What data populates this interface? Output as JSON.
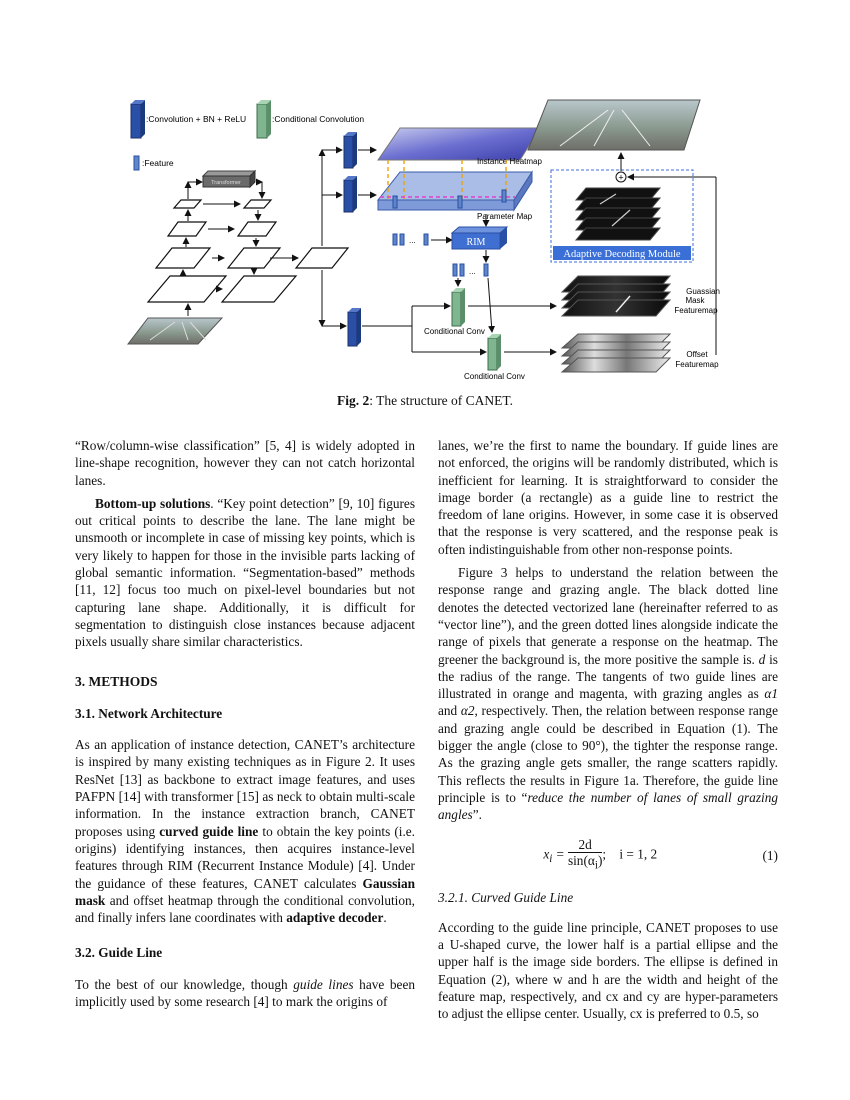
{
  "figure": {
    "legend": {
      "conv_bn_relu": ":Convolution + BN + ReLU",
      "conditional_convolution": ":Conditional Convolution",
      "feature": ":Feature"
    },
    "labels": {
      "transformer": "Transformer",
      "instance_heatmap": "Instance Heatmap",
      "parameter_map": "Parameter Map",
      "rim": "RIM",
      "adaptive_decoding_module": "Adaptive Decoding Module",
      "guassian_mask_1": "Guassian",
      "guassian_mask_2": "Mask",
      "guassian_mask_3": "Featuremap",
      "offset_1": "Offset",
      "offset_2": "Featuremap",
      "conditional_conv_1": "Conditional Conv",
      "conditional_conv_2": "Conditional Conv",
      "ellipsis": "...",
      "plus": "+"
    },
    "colors": {
      "conv_blue": "#2a4fa6",
      "cond_green": "#7fb58f",
      "rim_blue": "#3f6fd0",
      "adm_blue": "#3b6fd8",
      "heatmap_purple": "#7d7fd6",
      "dashed_orange": "#f0a400",
      "dashed_magenta": "#e040d0"
    }
  },
  "caption": {
    "label": "Fig. 2",
    "text": ": The structure of CANET."
  },
  "left": {
    "p1": "“Row/column-wise classification” [5, 4] is widely adopted in line-shape recognition, however they can not catch horizontal lanes.",
    "p2_bold": "Bottom-up solutions",
    "p2_rest": ". “Key point detection” [9, 10] figures out critical points to describe the lane. The lane might be unsmooth or incomplete in case of missing key points, which is very likely to happen for those in the invisible parts lacking of global semantic information. “Segmentation-based” methods [11, 12] focus too much on pixel-level boundaries but not capturing lane shape. Additionally, it is difficult for segmentation to distinguish close instances because adjacent pixels usually share similar characteristics.",
    "section": "3. METHODS",
    "sub1": "3.1. Network Architecture",
    "p3_a": "As an application of instance detection, CANET’s architecture is inspired by many existing techniques as in Figure 2. It uses ResNet [13] as backbone to extract image features, and uses PAFPN [14] with transformer [15] as neck to obtain multi-scale information.  In the instance extraction branch, CANET proposes using ",
    "p3_b1": "curved guide line",
    "p3_c": " to obtain the key points (i.e. origins) identifying instances, then acquires instance-level features through RIM (Recurrent Instance Module) [4]. Under the guidance of these features, CANET calculates ",
    "p3_b2": "Gaussian mask",
    "p3_d": " and offset heatmap through the conditional convolution, and finally infers lane coordinates with ",
    "p3_b3": "adaptive decoder",
    "p3_e": ".",
    "sub2": "3.2. Guide Line",
    "p4_a": "To the best of our knowledge, though ",
    "p4_i": "guide lines",
    "p4_b": " have been implicitly used by some research [4] to mark the origins of"
  },
  "right": {
    "p1": "lanes, we’re the first to name the boundary. If guide lines are not enforced, the origins will be randomly distributed, which is inefficient for learning.  It is straightforward to consider the image border (a rectangle) as a guide line to restrict the freedom of lane origins. However, in some case it is observed that the response is very scattered, and the response peak is often indistinguishable from other non-response points.",
    "p2_a": "Figure 3 helps to understand the relation between the response range and grazing angle. The black dotted line denotes the detected vectorized lane (hereinafter referred to as “vector line”), and the green dotted lines alongside indicate the range of pixels that generate a response on the heatmap. The greener the background is, the more positive the sample is. ",
    "p2_d": "d",
    "p2_b": " is the radius of the range. The tangents of two guide lines are illustrated in orange and magenta, with grazing angles as ",
    "p2_a1": "α1",
    "p2_and": " and ",
    "p2_a2": "α2",
    "p2_c": ", respectively. Then, the relation between response range and grazing angle could be described in Equation (1). The bigger the angle (close to 90°), the tighter the response range.  As the grazing angle gets smaller, the range scatters rapidly. This reflects the results in Figure 1a. Therefore, the guide line principle is to “",
    "p2_quote": "reduce the number of lanes of small grazing angles",
    "p2_end": "”.",
    "eq_lhs": "x",
    "eq_sub": "i",
    "eq_num": "2d",
    "eq_den": "sin(α",
    "eq_den_sub": "i",
    "eq_den_end": ")",
    "eq_rest": ";    i = 1, 2",
    "eq_no": "(1)",
    "sub3": "3.2.1.  Curved Guide Line",
    "p3": "According to the guide line principle, CANET proposes to use a U-shaped curve, the lower half is a partial ellipse and the upper half is the image side borders. The ellipse is defined in Equation (2), where w and h are the width and height of the feature map, respectively, and cx and cy are hyper-parameters to adjust the ellipse center. Usually, cx is preferred to 0.5, so"
  }
}
